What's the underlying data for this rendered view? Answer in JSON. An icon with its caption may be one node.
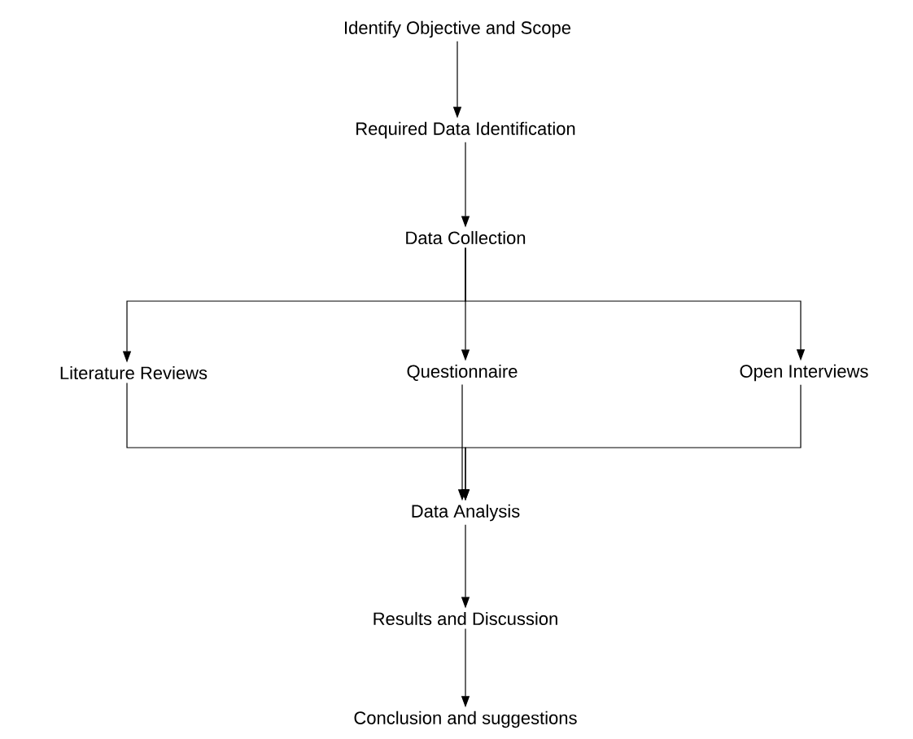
{
  "diagram": {
    "nodes": [
      {
        "text": [
          "Identify Objective and Scope"
        ]
      },
      {
        "text": [
          "Required Data Identification"
        ]
      },
      {
        "text": [
          "Data Collection"
        ]
      },
      {
        "text": [
          "Literature Reviews"
        ]
      },
      {
        "text": [
          "Questionnaire"
        ]
      },
      {
        "text": [
          "Open Interviews"
        ]
      },
      {
        "text": [
          "Data Analysis"
        ]
      },
      {
        "text": [
          "Results and Discussion"
        ]
      },
      {
        "text": [
          "Conclusion and suggestions"
        ]
      }
    ],
    "edges": [
      {
        "from": 0,
        "to": 1,
        "arrow": "to"
      },
      {
        "from": 1,
        "to": 2,
        "arrow": "to"
      },
      {
        "from": 2,
        "to": 3,
        "arrow": "to"
      },
      {
        "from": 2,
        "to": 4,
        "arrow": "to"
      },
      {
        "from": 2,
        "to": 5,
        "arrow": "to"
      },
      {
        "from": 3,
        "to": 6,
        "arrow": "to"
      },
      {
        "from": 4,
        "to": 6,
        "arrow": "to"
      },
      {
        "from": 5,
        "to": 6,
        "arrow": "to"
      },
      {
        "from": 6,
        "to": 7,
        "arrow": "to"
      },
      {
        "from": 7,
        "to": 8,
        "arrow": "to"
      }
    ]
  }
}
